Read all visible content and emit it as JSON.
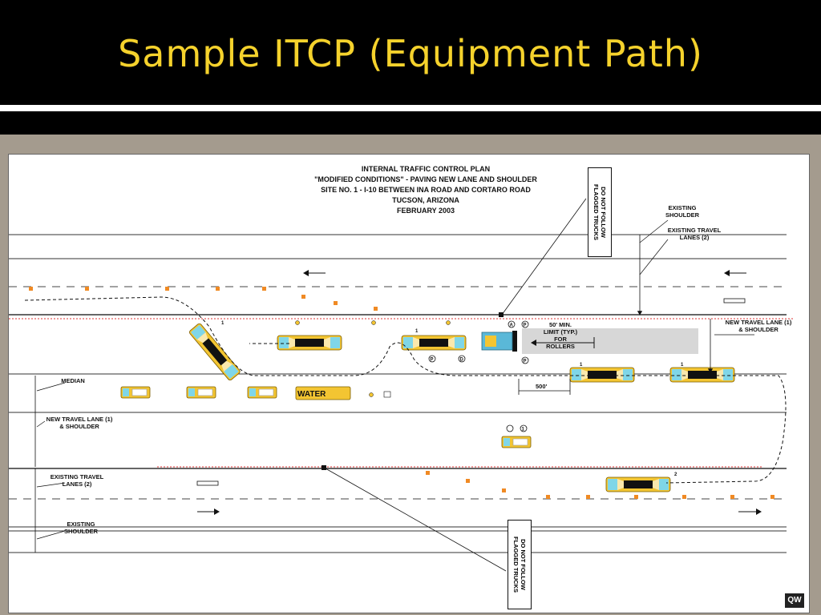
{
  "slide": {
    "title": "Sample ITCP (Equipment Path)"
  },
  "plan": {
    "header": [
      "INTERNAL TRAFFIC CONTROL PLAN",
      "\"MODIFIED CONDITIONS\" - PAVING NEW LANE AND SHOULDER",
      "SITE NO. 1 - I-10 BETWEEN INA ROAD AND CORTARO ROAD",
      "TUCSON, ARIZONA",
      "FEBRUARY 2003"
    ],
    "labels": {
      "existing_shoulder_top": "EXISTING\nSHOULDER",
      "existing_lanes_top": "EXISTING TRAVEL\nLANES (2)",
      "new_lane_right": "NEW TRAVEL LANE (1)\n& SHOULDER",
      "median": "MEDIAN",
      "new_lane_left": "NEW TRAVEL LANE (1)\n& SHOULDER",
      "existing_lanes_bottom": "EXISTING TRAVEL\nLANES (2)",
      "existing_shoulder_bottom": "EXISTING\nSHOULDER",
      "limit": "50' MIN.\nLIMIT (TYP.)\nFOR\nROLLERS",
      "dim_500": "500'",
      "water": "WATER",
      "do_not_follow": "DO NOT FOLLOW\nFLAGGED TRUCKS",
      "logo": "QW",
      "marker_a": "A",
      "marker_p": "P",
      "marker_d": "D",
      "marker_1": "1",
      "marker_2": "2"
    }
  }
}
